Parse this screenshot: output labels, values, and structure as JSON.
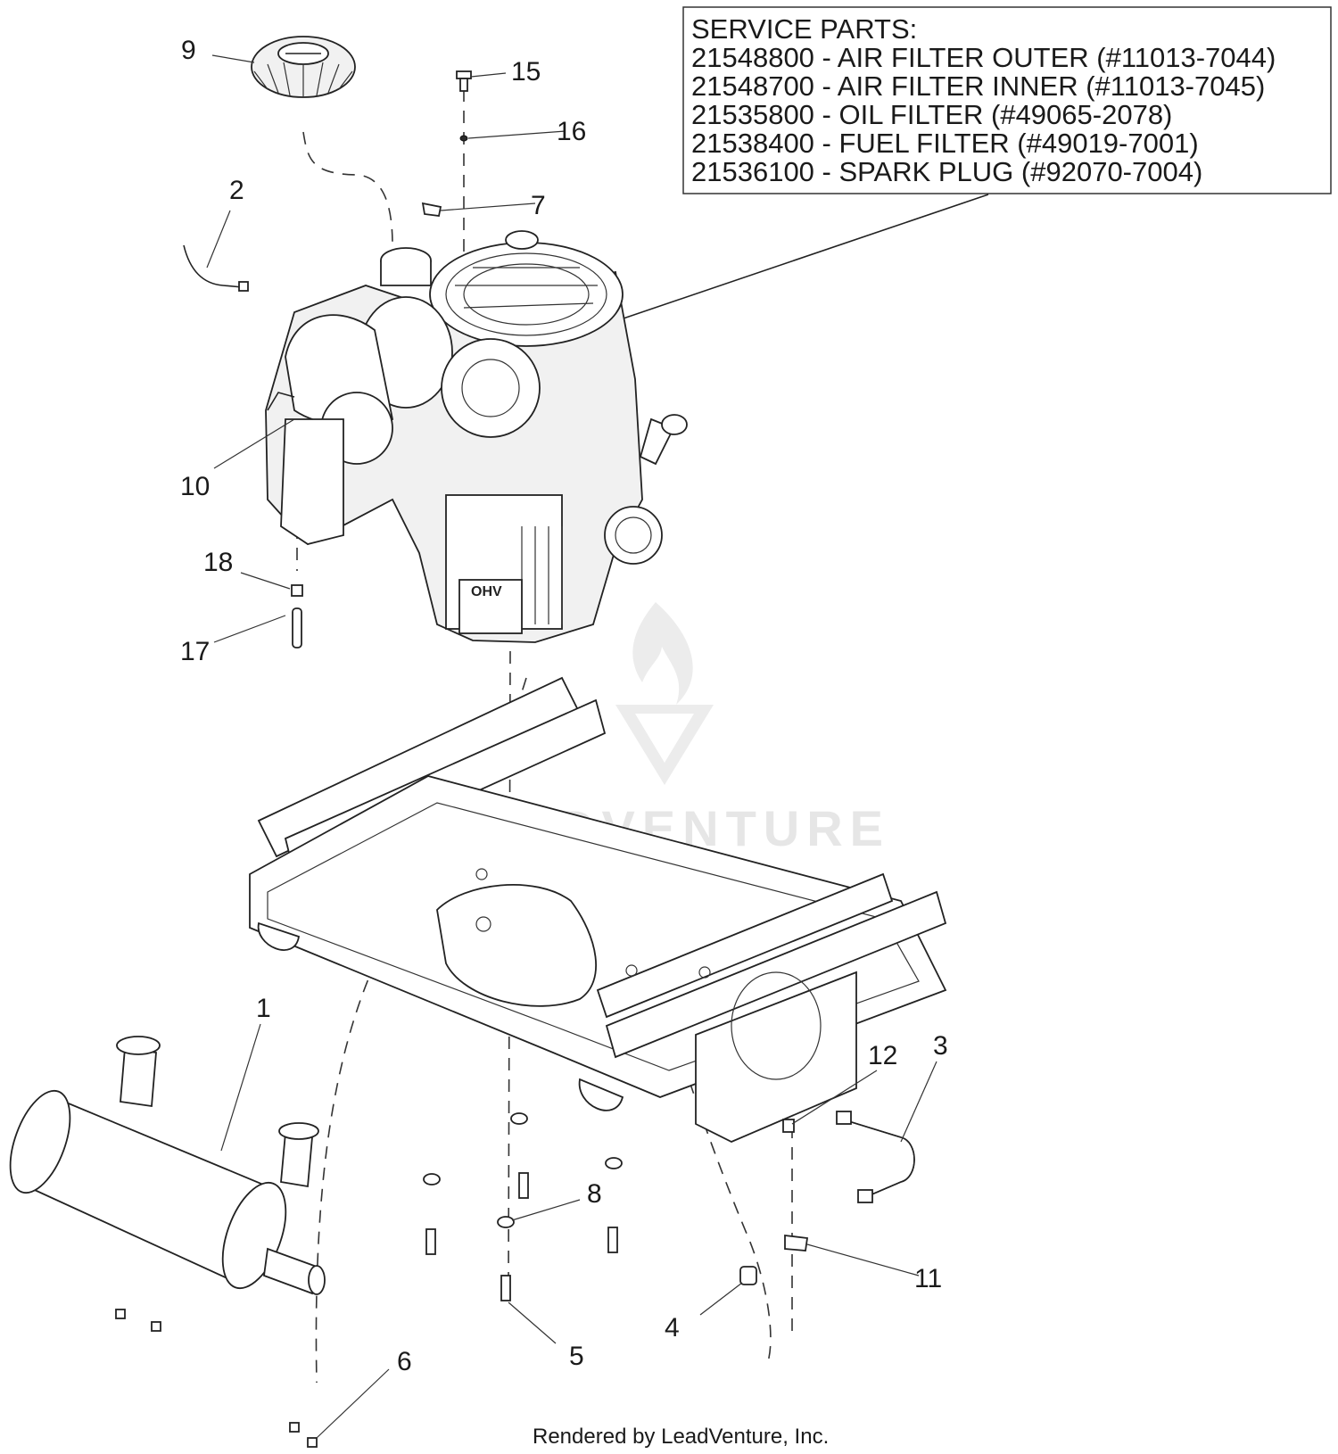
{
  "service_parts": {
    "title": "SERVICE PARTS:",
    "items": [
      "21548800 - AIR FILTER OUTER (#11013-7044)",
      "21548700 - AIR FILTER INNER (#11013-7045)",
      "21535800 - OIL FILTER (#49065-2078)",
      "21538400 - FUEL FILTER (#49019-7001)",
      "21536100 - SPARK PLUG (#92070-7004)"
    ]
  },
  "callouts": {
    "c1": "1",
    "c2": "2",
    "c3": "3",
    "c4": "4",
    "c5": "5",
    "c6": "6",
    "c7": "7",
    "c8": "8",
    "c9": "9",
    "c10": "10",
    "c11": "11",
    "c12": "12",
    "c15": "15",
    "c16": "16",
    "c17": "17",
    "c18": "18"
  },
  "engine_badge": "OHV",
  "watermark": "LEADVENTURE",
  "footer": "Rendered by LeadVenture, Inc."
}
